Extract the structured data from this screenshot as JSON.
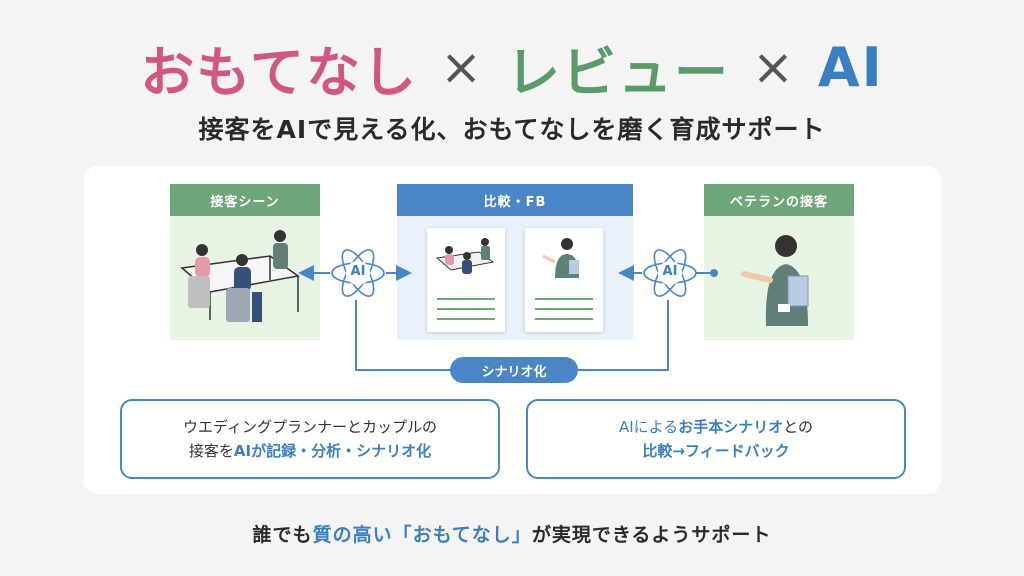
{
  "headline": {
    "part1": "おもてなし",
    "times1": "×",
    "part2": "レビュー",
    "times2": "×",
    "part3": "AI"
  },
  "subtitle": "接客をAIで見える化、おもてなしを磨く育成サポート",
  "cards": {
    "left_header": "接客シーン",
    "center_header": "比較・FB",
    "right_header": "ベテランの接客"
  },
  "ai_label": "AI",
  "scenario_label": "シナリオ化",
  "desc_left": {
    "line1": "ウエディングプランナーとカップルの",
    "line2_a": "接客を",
    "line2_b": "AIが記録・分析・シナリオ化"
  },
  "desc_right": {
    "line1_a": "AIによる",
    "line1_b": "お手本シナリオ",
    "line1_c": "との",
    "line2": "比較→フィードバック"
  },
  "footer": {
    "a": "誰でも",
    "b": "質の高い「おもてなし」",
    "c": "が実現できるようサポート"
  },
  "colors": {
    "pink": "#d0577e",
    "green": "#5b9a6a",
    "blue": "#3a7fc1",
    "card_green": "#6ea679",
    "card_blue": "#4a86c5"
  },
  "icons": [
    "atom-ai-icon",
    "arrow-icon",
    "meeting-illustration",
    "presenter-illustration",
    "document-icon"
  ]
}
